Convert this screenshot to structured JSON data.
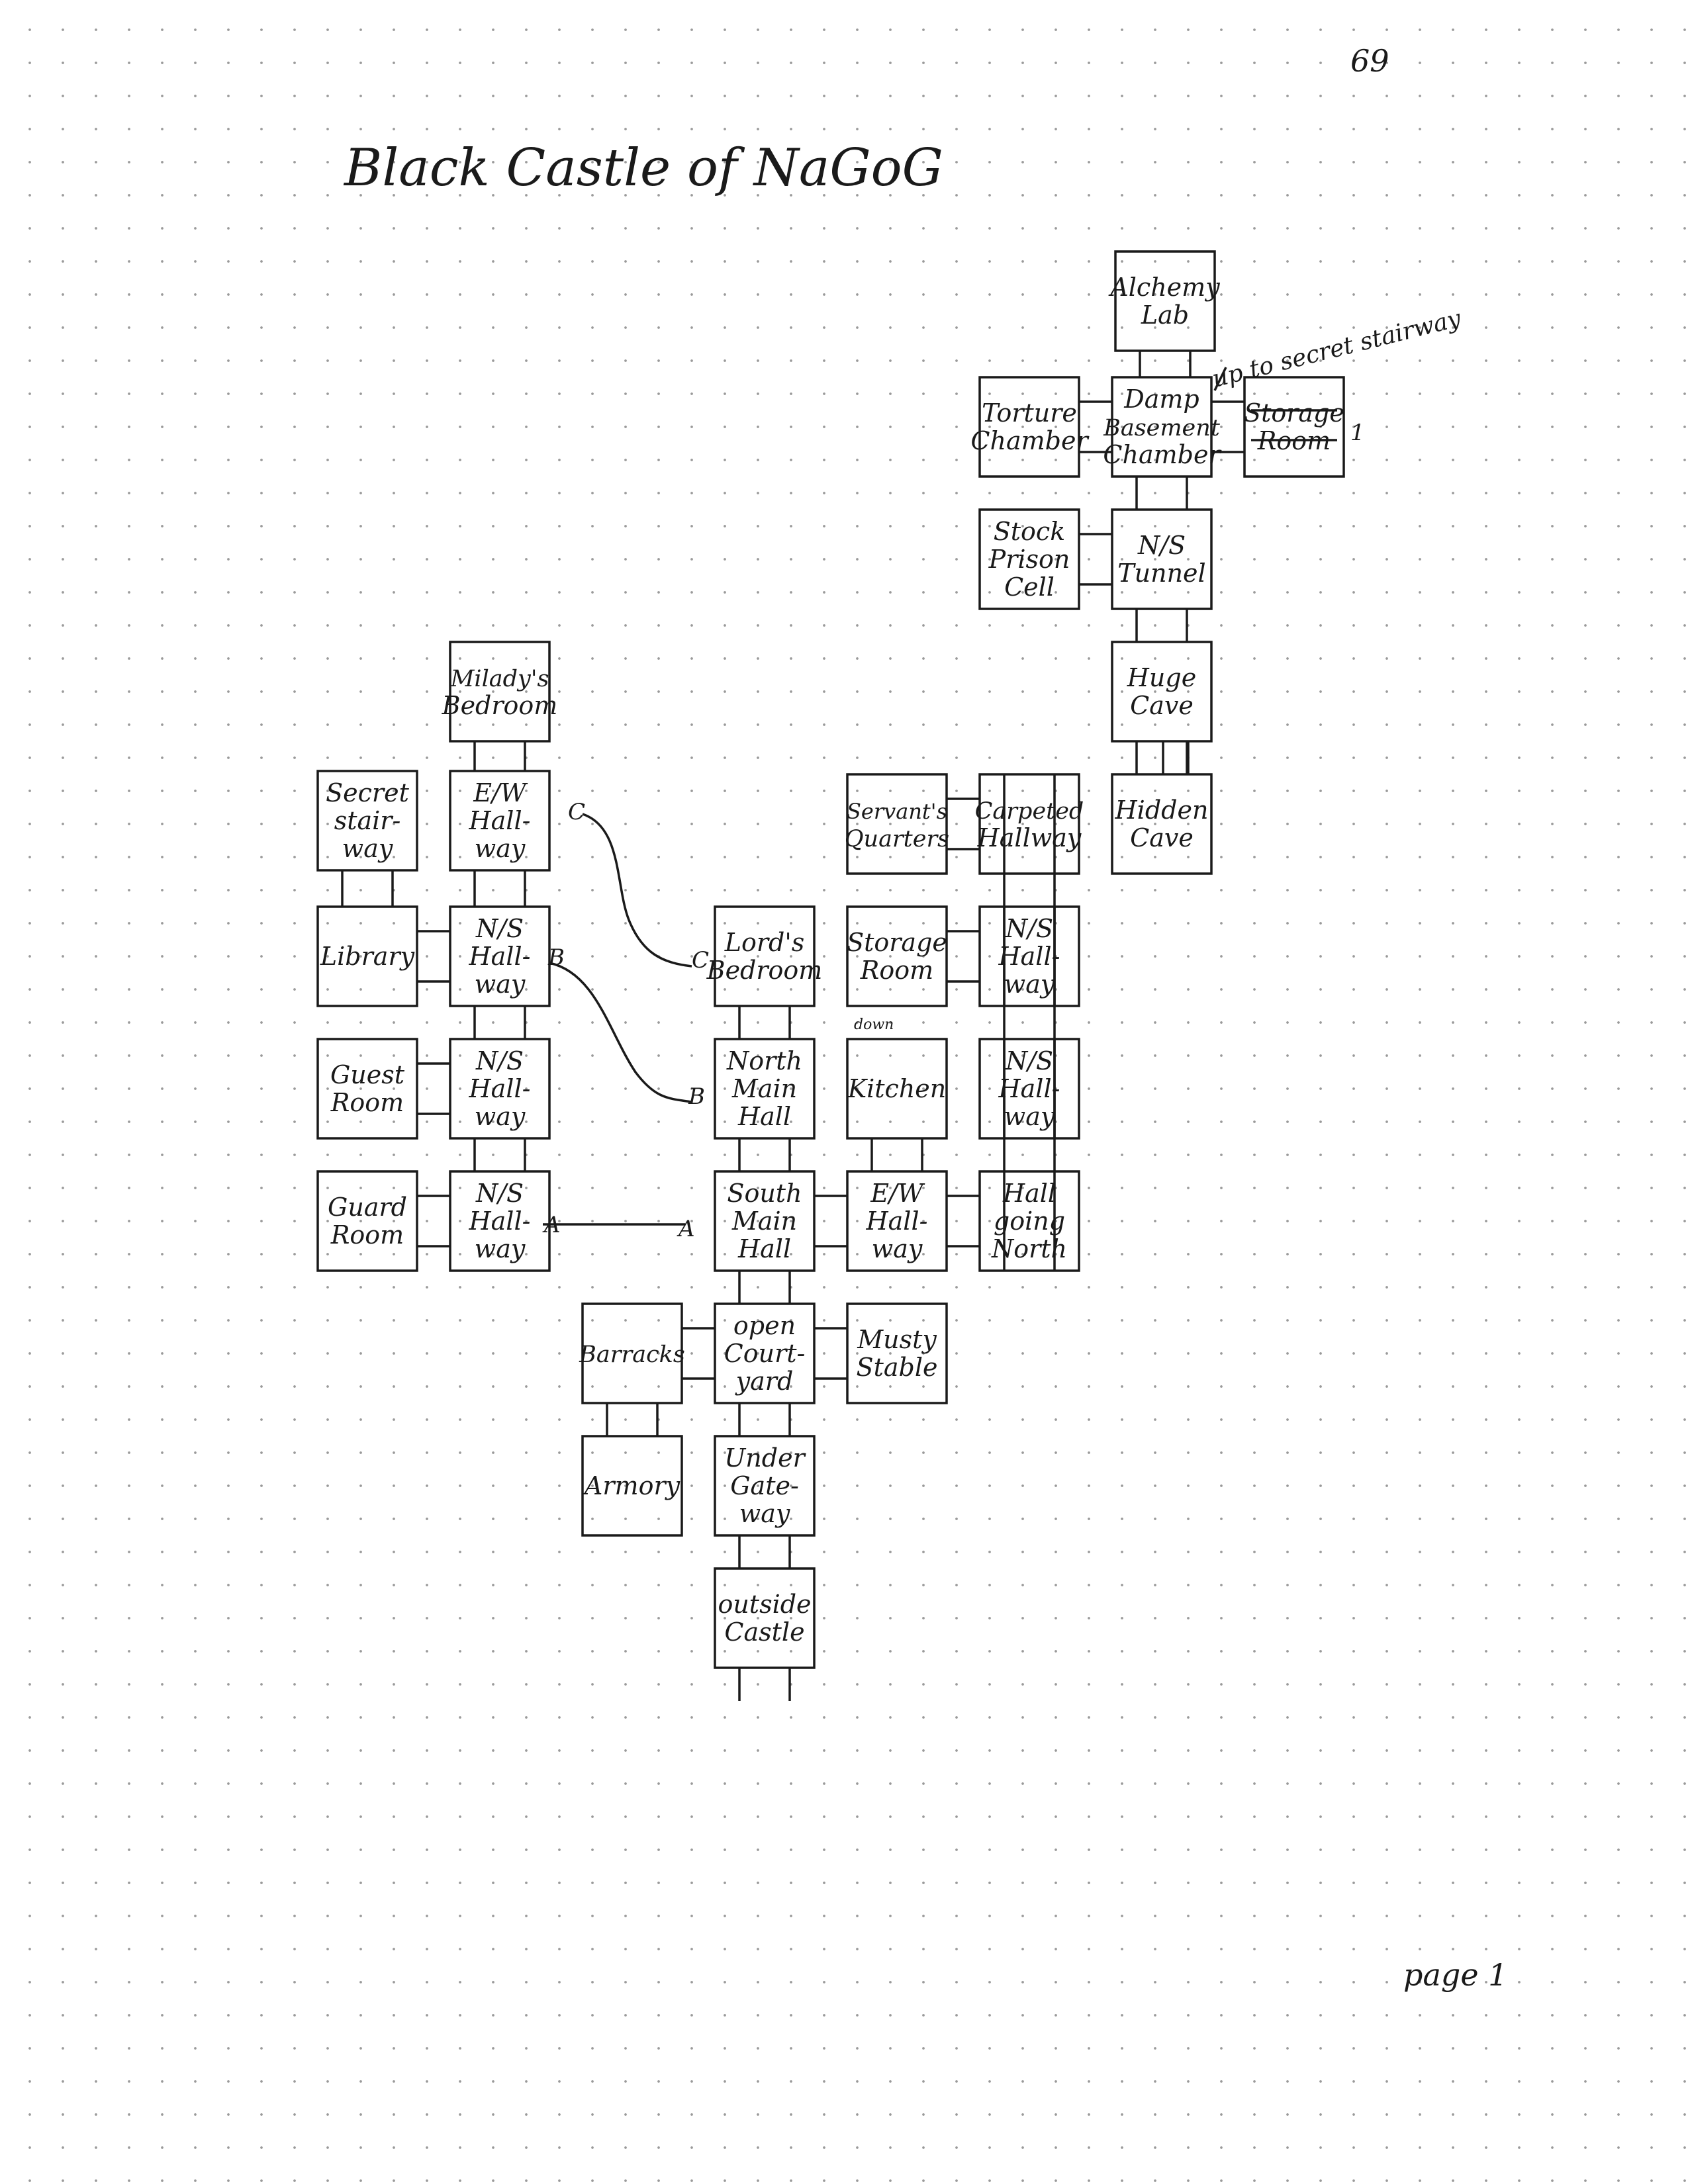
{
  "page_number": "69",
  "title": "Black Castle of NaGoG",
  "footer": "page 1",
  "notes": {
    "up_to_secret_stairway": "up to secret stairway",
    "down": "down"
  },
  "rooms": [
    {
      "id": "alchemy-lab",
      "lines": [
        "Alchemy",
        "Lab"
      ]
    },
    {
      "id": "torture-chamber",
      "lines": [
        "Torture",
        "Chamber"
      ]
    },
    {
      "id": "damp-basement-chamber",
      "lines": [
        "Damp",
        "Basement",
        "Chamber"
      ]
    },
    {
      "id": "storage-room-ne",
      "lines": [
        "Storage",
        "Room"
      ]
    },
    {
      "id": "stock-prison-cell",
      "lines": [
        "Stock",
        "Prison",
        "Cell"
      ]
    },
    {
      "id": "ns-tunnel",
      "lines": [
        "N/S",
        "Tunnel"
      ]
    },
    {
      "id": "huge-cave",
      "lines": [
        "Huge",
        "Cave"
      ]
    },
    {
      "id": "hidden-cave",
      "lines": [
        "Hidden",
        "Cave"
      ]
    },
    {
      "id": "miladys-bedroom",
      "lines": [
        "Milady's",
        "Bedroom"
      ]
    },
    {
      "id": "secret-stairway",
      "lines": [
        "Secret",
        "stair-",
        "way"
      ]
    },
    {
      "id": "ew-hallway-nw",
      "lines": [
        "E/W",
        "Hall-",
        "way"
      ]
    },
    {
      "id": "library",
      "lines": [
        "Library"
      ]
    },
    {
      "id": "ns-hallway-1",
      "lines": [
        "N/S",
        "Hall-",
        "way"
      ]
    },
    {
      "id": "guest-room",
      "lines": [
        "Guest",
        "Room"
      ]
    },
    {
      "id": "ns-hallway-2",
      "lines": [
        "N/S",
        "Hall-",
        "way"
      ]
    },
    {
      "id": "guard-room",
      "lines": [
        "Guard",
        "Room"
      ]
    },
    {
      "id": "ns-hallway-3",
      "lines": [
        "N/S",
        "Hall-",
        "way"
      ]
    },
    {
      "id": "lords-bedroom",
      "lines": [
        "Lord's",
        "Bedroom"
      ]
    },
    {
      "id": "north-main-hall",
      "lines": [
        "North",
        "Main",
        "Hall"
      ]
    },
    {
      "id": "south-main-hall",
      "lines": [
        "South",
        "Main",
        "Hall"
      ]
    },
    {
      "id": "servants-quarters",
      "lines": [
        "Servant's",
        "Quarters"
      ]
    },
    {
      "id": "carpeted-hallway",
      "lines": [
        "Carpeted",
        "Hallway"
      ]
    },
    {
      "id": "storage-room-e",
      "lines": [
        "Storage",
        "Room"
      ]
    },
    {
      "id": "ns-hallway-e1",
      "lines": [
        "N/S",
        "Hall-",
        "way"
      ]
    },
    {
      "id": "kitchen",
      "lines": [
        "Kitchen"
      ]
    },
    {
      "id": "ns-hallway-e2",
      "lines": [
        "N/S",
        "Hall-",
        "way"
      ]
    },
    {
      "id": "ew-hallway-e",
      "lines": [
        "E/W",
        "Hall-",
        "way"
      ]
    },
    {
      "id": "hall-going-north",
      "lines": [
        "Hall",
        "going",
        "North"
      ]
    },
    {
      "id": "barracks",
      "lines": [
        "Barracks"
      ]
    },
    {
      "id": "open-courtyard",
      "lines": [
        "open",
        "Court-",
        "yard"
      ]
    },
    {
      "id": "musty-stable",
      "lines": [
        "Musty",
        "Stable"
      ]
    },
    {
      "id": "armory",
      "lines": [
        "Armory"
      ]
    },
    {
      "id": "under-gateway",
      "lines": [
        "Under",
        "Gate-",
        "way"
      ]
    },
    {
      "id": "outside-castle",
      "lines": [
        "outside",
        "Castle"
      ]
    }
  ],
  "markers": {
    "a_left": "A",
    "a_right": "A",
    "b_left": "B",
    "b_right": "B",
    "c_left": "C",
    "c_right": "C",
    "stair_tick": "1"
  }
}
